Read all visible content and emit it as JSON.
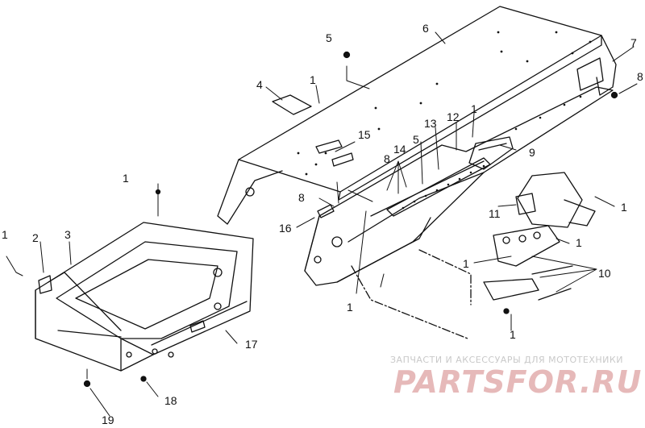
{
  "callouts": [
    {
      "id": "c1a",
      "text": "1"
    },
    {
      "id": "c1b",
      "text": "1"
    },
    {
      "id": "c1c",
      "text": "1"
    },
    {
      "id": "c1d",
      "text": "1"
    },
    {
      "id": "c1e",
      "text": "1"
    },
    {
      "id": "c1f",
      "text": "1"
    },
    {
      "id": "c1g",
      "text": "1"
    },
    {
      "id": "c1h",
      "text": "1"
    },
    {
      "id": "c1i",
      "text": "1"
    },
    {
      "id": "c2",
      "text": "2"
    },
    {
      "id": "c3",
      "text": "3"
    },
    {
      "id": "c4",
      "text": "4"
    },
    {
      "id": "c5a",
      "text": "5"
    },
    {
      "id": "c5b",
      "text": "5"
    },
    {
      "id": "c6",
      "text": "6"
    },
    {
      "id": "c7",
      "text": "7"
    },
    {
      "id": "c8a",
      "text": "8"
    },
    {
      "id": "c8b",
      "text": "8"
    },
    {
      "id": "c8c",
      "text": "8"
    },
    {
      "id": "c9",
      "text": "9"
    },
    {
      "id": "c10",
      "text": "10"
    },
    {
      "id": "c11",
      "text": "11"
    },
    {
      "id": "c12",
      "text": "12"
    },
    {
      "id": "c13",
      "text": "13"
    },
    {
      "id": "c14",
      "text": "14"
    },
    {
      "id": "c15",
      "text": "15"
    },
    {
      "id": "c16",
      "text": "16"
    },
    {
      "id": "c17",
      "text": "17"
    },
    {
      "id": "c18",
      "text": "18"
    },
    {
      "id": "c19",
      "text": "19"
    }
  ],
  "watermark": {
    "caption": "ЗАПЧАСТИ И АКСЕССУАРЫ ДЛЯ МОТОТЕХНИКИ",
    "brand": "PARTSFOR.RU"
  },
  "colors": {
    "ink": "#111111",
    "watermark_brand": "#e6b9b9",
    "watermark_caption": "#c9c9c9"
  }
}
